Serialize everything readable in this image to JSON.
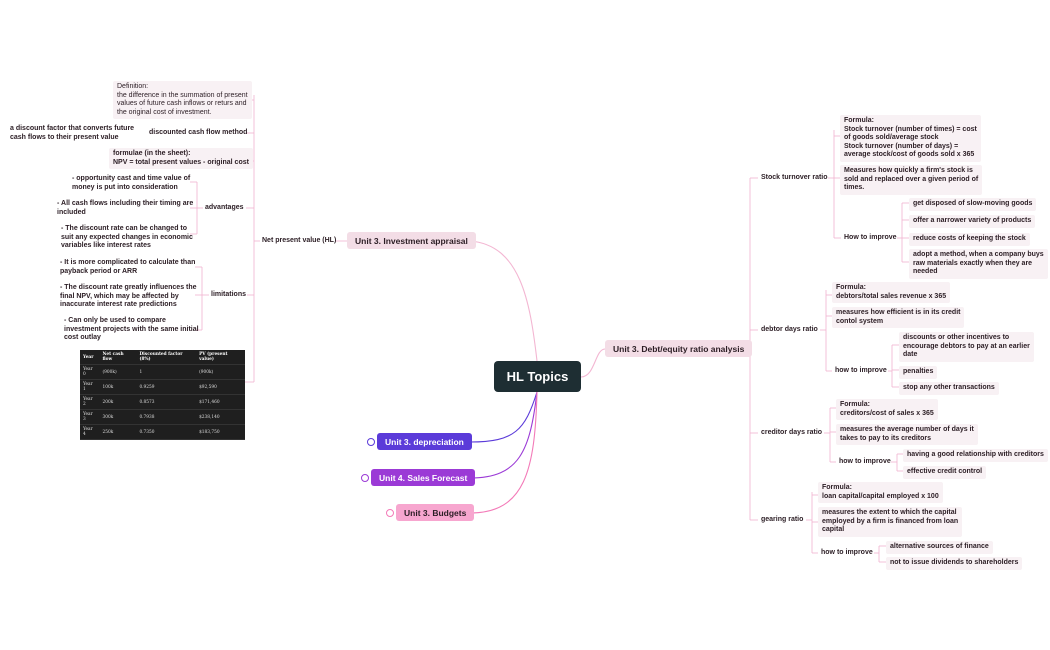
{
  "center": "HL Topics",
  "left_branches": {
    "investment": "Unit 3. Investment appraisal",
    "depreciation": "Unit 3. depreciation",
    "sales_forecast": "Unit 4. Sales Forecast",
    "budgets": "Unit 3. Budgets"
  },
  "npv": {
    "label": "Net present value (HL)",
    "definition": "Definition:\nthe difference in the summation of present\nvalues of future cash inflows or returs and\nthe original cost of investment.",
    "dcf_label": "discounted cash flow method",
    "dcf_note": "a discount factor that converts future\ncash flows to their present value",
    "formula": "formulae (in the sheet):\nNPV = total present values - original cost",
    "advantages_label": "advantages",
    "advantages": [
      "- opportunity cast and time value of\nmoney is put into consideration",
      "- All cash flows including their timing are\nincluded",
      "- The discount rate can be changed to\nsuit any expected changes in economic\nvariables like interest rates"
    ],
    "limitations_label": "limitations",
    "limitations": [
      "- It is more complicated to calculate than\npayback period or ARR",
      "- The discount rate greatly influences the\nfinal NPV, which may be affected by\ninaccurate interest rate predictions",
      "- Can only be used to compare\ninvestment projects with the same initial\ncost outlay"
    ],
    "table": {
      "headers": [
        "Year",
        "Net cash flow",
        "Discounted factor (8%)",
        "PV (present value)"
      ],
      "rows": [
        [
          "Year 0",
          "(900k)",
          "1",
          "(900k)"
        ],
        [
          "Year 1",
          "100k",
          "0.9259",
          "$92,590"
        ],
        [
          "Year 2",
          "200k",
          "0.8573",
          "$171,460"
        ],
        [
          "Year 3",
          "300k",
          "0.7938",
          "$238,140"
        ],
        [
          "Year 4",
          "250k",
          "0.7350",
          "$183,750"
        ]
      ]
    }
  },
  "debt": {
    "label": "Unit 3. Debt/equity ratio analysis",
    "stock": {
      "label": "Stock turnover ratio",
      "formula": "Formula:\nStock turnover (number of times) = cost\nof goods sold/average stock\nStock turnover (number of days) =\naverage stock/cost of goods sold x 365",
      "measure": "Measures how quickly a firm's stock is\nsold and replaced over a given period of\ntimes.",
      "how": "How to improve",
      "items": [
        "get disposed of slow-moving goods",
        "offer a narrower variety of products",
        "reduce costs of keeping the stock",
        "adopt a method, when a company buys\nraw materials exactly when they are\nneeded"
      ]
    },
    "debtor": {
      "label": "debtor days ratio",
      "formula": "Formula:\ndebtors/total sales revenue x 365",
      "measure": "measures how efficient is in its credit\ncontol system",
      "how": "how to improve",
      "items": [
        "discounts or other incentives to\nencourage debtors to pay at an earlier\ndate",
        "penalties",
        "stop any other transactions"
      ]
    },
    "creditor": {
      "label": "creditor days ratio",
      "formula": "Formula:\ncreditors/cost of sales x 365",
      "measure": "measures the average number of days it\ntakes to pay to its creditors",
      "how": "how to improve",
      "items": [
        "having a good relationship with creditors",
        "effective credit control"
      ]
    },
    "gearing": {
      "label": "gearing ratio",
      "formula": "Formula:\nloan capital/capital employed x 100",
      "measure": "measures the extent to which the capital\nemployed by a firm is financed from loan\ncapital",
      "how": "how to improve",
      "items": [
        "alternative sources of finance",
        "not to issue dividends to shareholders"
      ]
    }
  },
  "colors": {
    "center": "#1e2e33",
    "pink_branch": "#f3dde6",
    "depreciation": "#5b3bd9",
    "sales_forecast": "#9b3ad6",
    "budgets": "#f37ab8",
    "line": "#f0b3cf"
  }
}
